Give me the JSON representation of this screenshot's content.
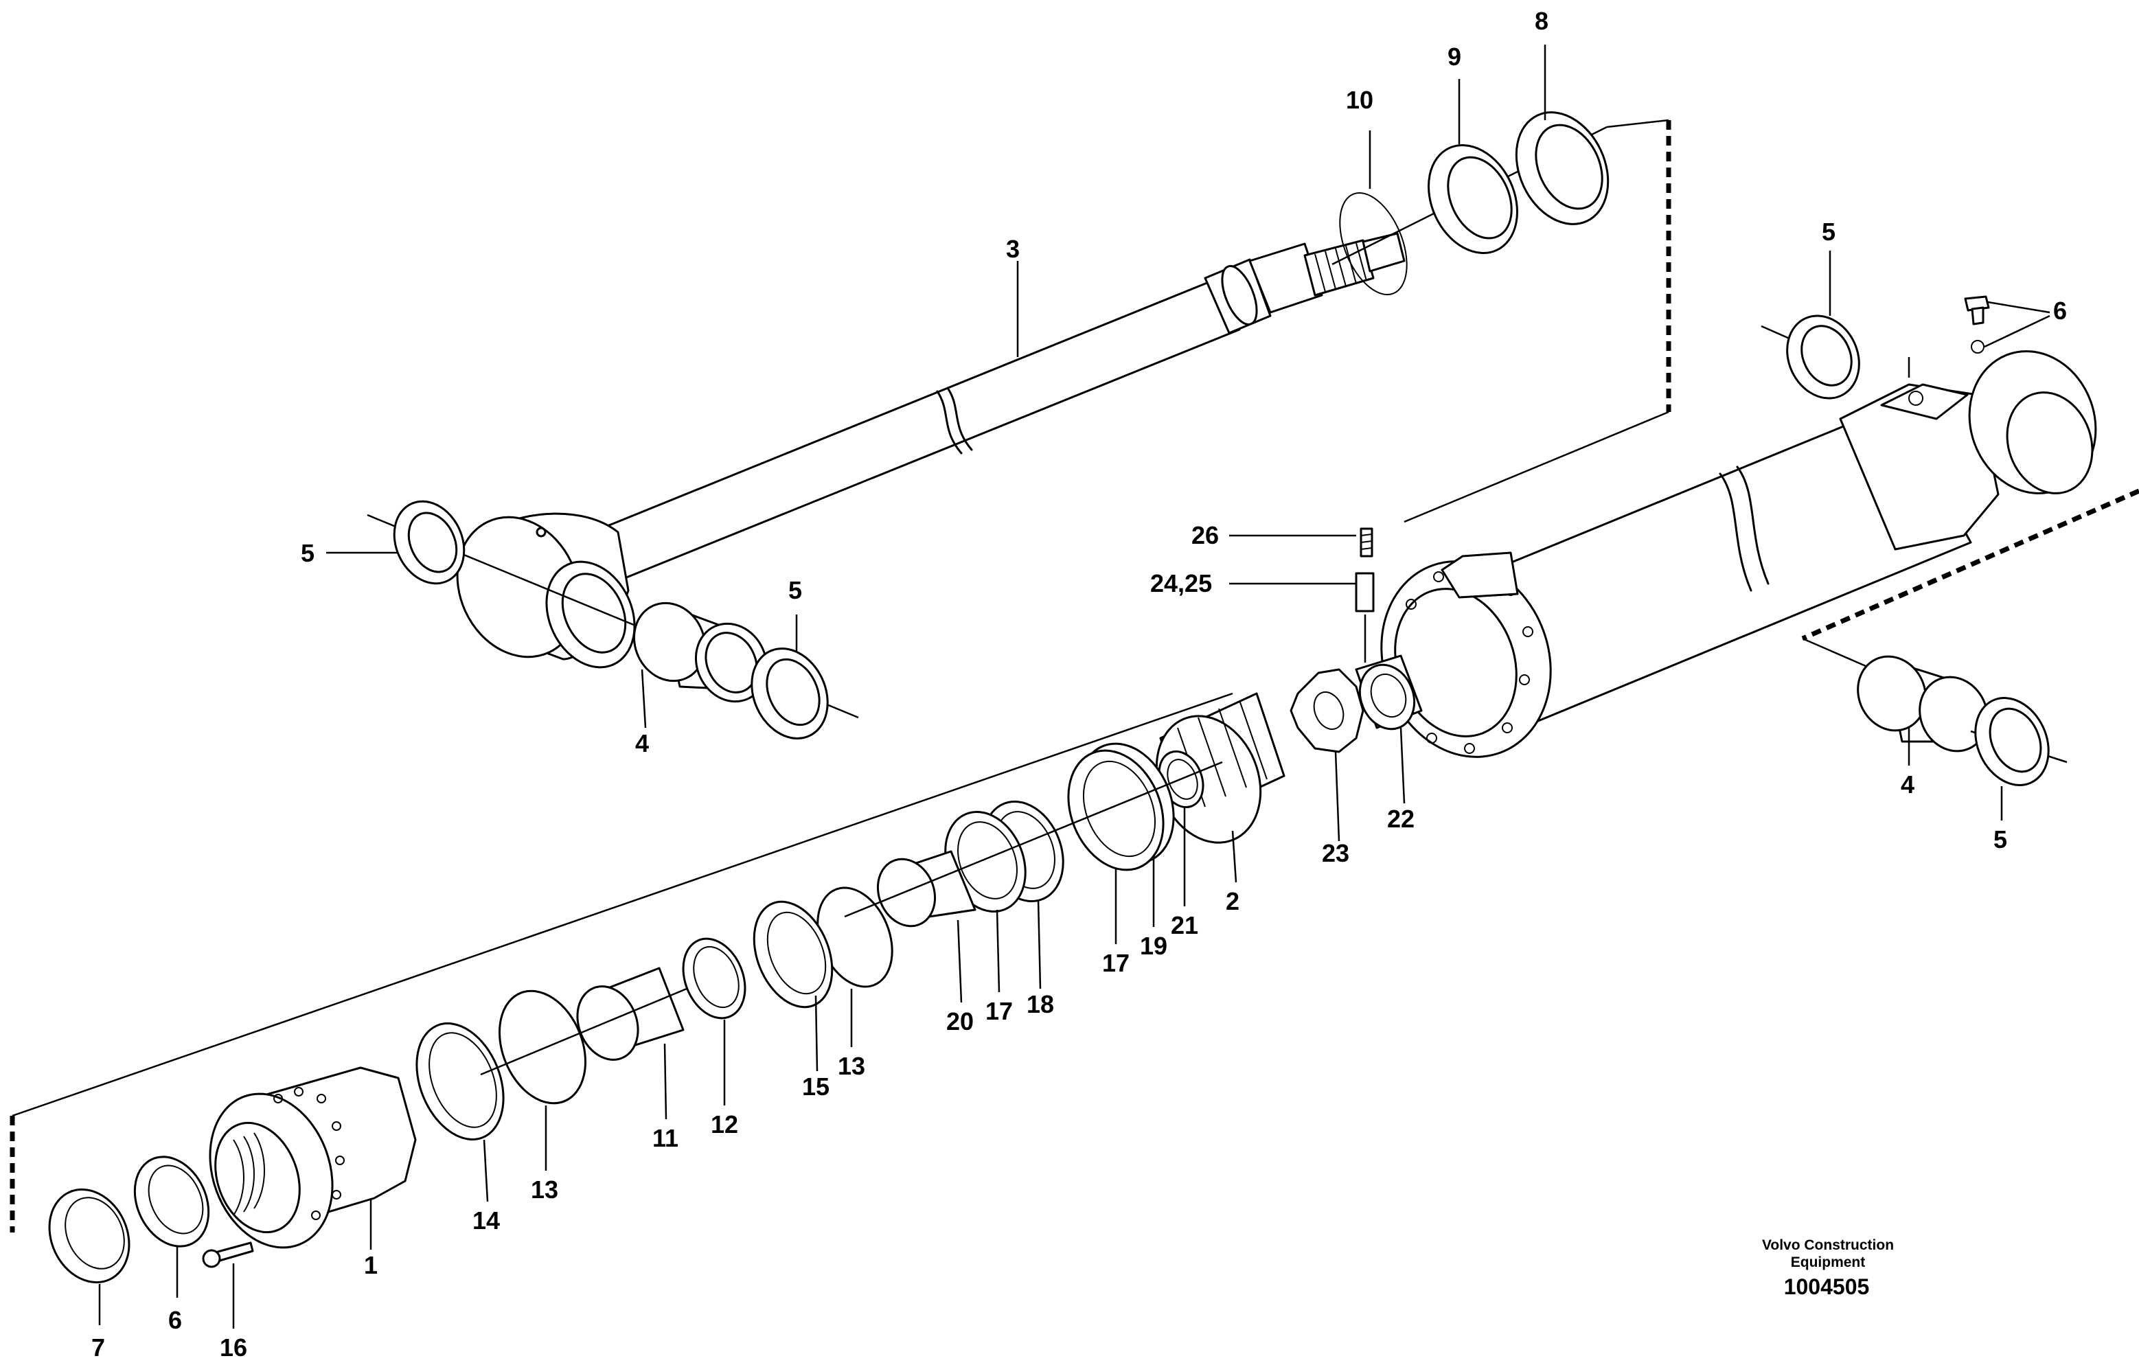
{
  "labels": {
    "l1": "1",
    "l2": "2",
    "l3": "3",
    "l4a": "4",
    "l4b": "4",
    "l5a": "5",
    "l5b": "5",
    "l5c": "5",
    "l5d": "5",
    "l6a": "6",
    "l6b": "6",
    "l7": "7",
    "l8": "8",
    "l9": "9",
    "l10": "10",
    "l11": "11",
    "l12": "12",
    "l13a": "13",
    "l13b": "13",
    "l14": "14",
    "l15": "15",
    "l16": "16",
    "l17a": "17",
    "l17b": "17",
    "l18": "18",
    "l19": "19",
    "l20": "20",
    "l21": "21",
    "l22": "22",
    "l23": "23",
    "l2425": "24,25",
    "l26": "26"
  },
  "footer": {
    "maker_line1": "Volvo Construction",
    "maker_line2": "Equipment",
    "drawing_number": "1004505"
  }
}
